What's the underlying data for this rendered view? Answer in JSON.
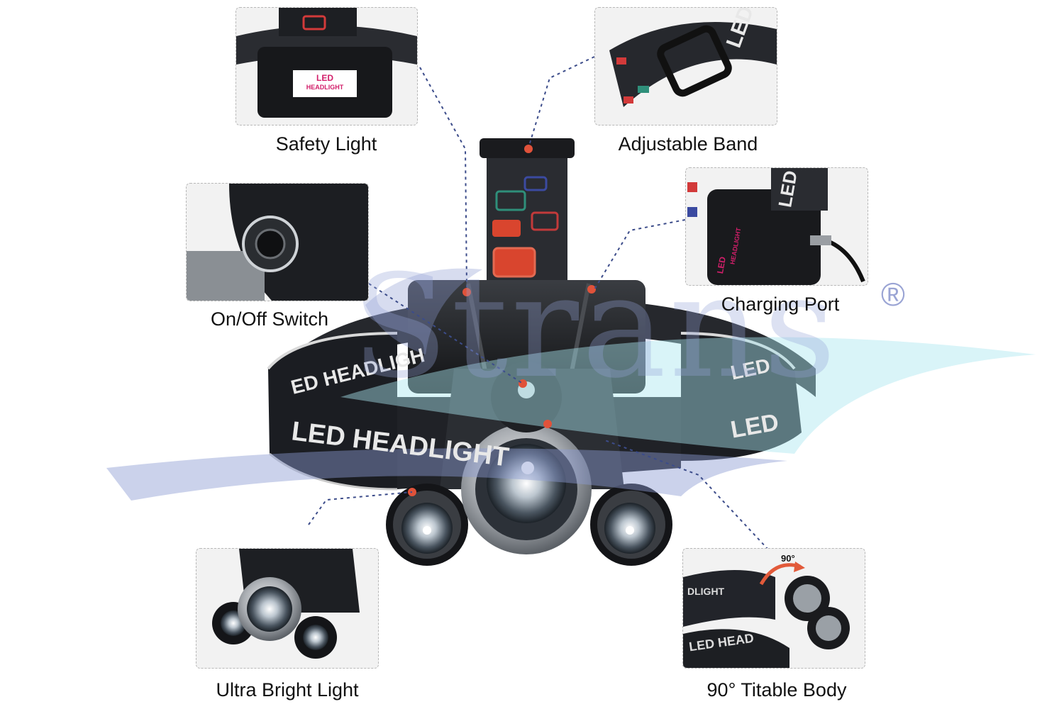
{
  "callouts": {
    "safety_light": "Safety Light",
    "adjustable_band": "Adjustable Band",
    "on_off_switch": "On/Off Switch",
    "charging_port": "Charging Port",
    "ultra_bright_light": "Ultra Bright Light",
    "titable_body": "90° Titable Body"
  },
  "product_print": {
    "band_text_front": "LED HEADLIGHT",
    "band_text_short": "LED",
    "band_text_back": "ED HEADLIGH",
    "battery_label_top": "LED",
    "battery_label_bottom": "HEADLIGHT",
    "tilt_angle": "90°",
    "inset_band_a": "DLIGHT",
    "inset_band_b": "LED HEAD"
  },
  "watermark": {
    "text": "Strans",
    "mark": "®"
  },
  "colors": {
    "callout_line": "#3c4c8a",
    "accent_dot": "#e0523a",
    "band_dark": "#1b1d22",
    "watermark": "#9eaedc",
    "watermark_cyan": "#aee8f2"
  }
}
